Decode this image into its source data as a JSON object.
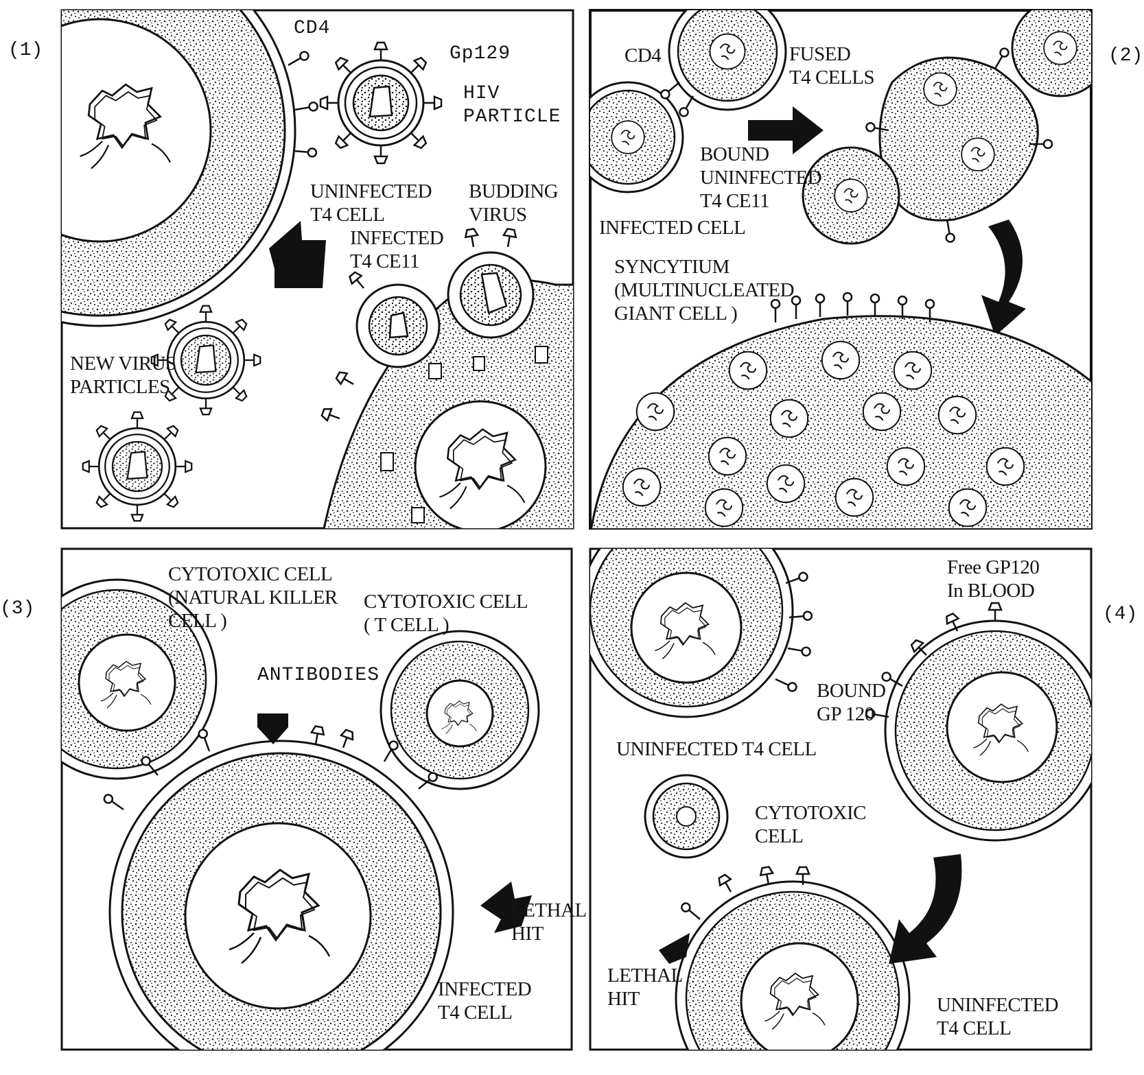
{
  "panels": {
    "p1": {
      "number": "(1)",
      "cd4": "CD4",
      "gp": "Gp129",
      "hiv_particle": "HIV\nPARTICLE",
      "uninfected": "UNINFECTED\nT4 CELL",
      "infected": "INFECTED\nT4 CE11",
      "budding": "BUDDING\nVIRUS",
      "new_virus": "NEW VIRUS\nPARTICLES"
    },
    "p2": {
      "number": "(2)",
      "cd4": "CD4",
      "fused": "FUSED\nT4 CELLS",
      "bound": "BOUND\nUNINFECTED\nT4 CE11",
      "infected": "INFECTED CELL",
      "syncytium": "SYNCYTIUM\n(MULTINUCLEATED\nGIANT CELL )"
    },
    "p3": {
      "number": "(3)",
      "nk": "CYTOTOXIC CELL\n(NATURAL KILLER\nCELL )",
      "tcell": "CYTOTOXIC CELL\n( T CELL )",
      "antibodies": "ANTIBODIES",
      "lethal": "LETHAL\nHIT",
      "infected": "INFECTED\nT4 CELL"
    },
    "p4": {
      "number": "(4)",
      "free_gp": "Free GP120\nIn BLOOD",
      "bound_gp": "BOUND\nGP 120",
      "uninfected_top": "UNINFECTED T4 CELL",
      "cytotoxic": "CYTOTOXIC\nCELL",
      "lethal": "LETHAL\nHIT",
      "uninfected_bottom": "UNINFECTED\nT4 CELL"
    }
  },
  "colors": {
    "ink": "#151515",
    "paper": "#ffffff"
  }
}
